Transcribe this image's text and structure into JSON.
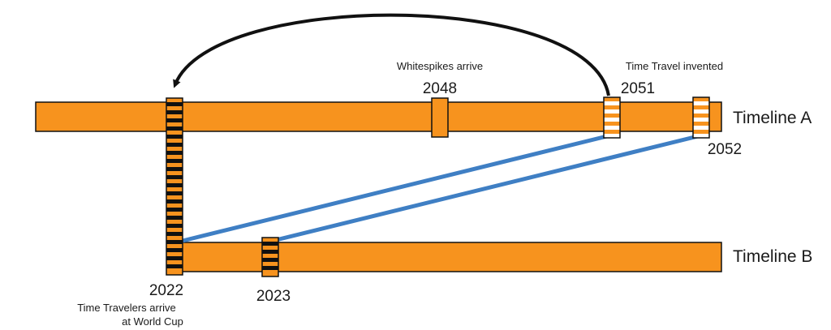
{
  "colors": {
    "bar_fill": "#f7931e",
    "stroke": "#111111",
    "link": "#3f7fc4",
    "marker_stripe_light": "#ffffff",
    "marker_stripe_dark": "#111111"
  },
  "timelines": {
    "a": {
      "label": "Timeline A"
    },
    "b": {
      "label": "Timeline B"
    }
  },
  "events": {
    "whitespikes": {
      "year": "2048",
      "caption": "Whitespikes arrive"
    },
    "time_travel": {
      "year": "2051",
      "caption": "Time Travel invented"
    },
    "event_2052": {
      "year": "2052"
    },
    "world_cup": {
      "year": "2022",
      "caption_lines": [
        "Time Travelers arrive",
        "at World Cup"
      ]
    },
    "event_2023": {
      "year": "2023"
    }
  }
}
